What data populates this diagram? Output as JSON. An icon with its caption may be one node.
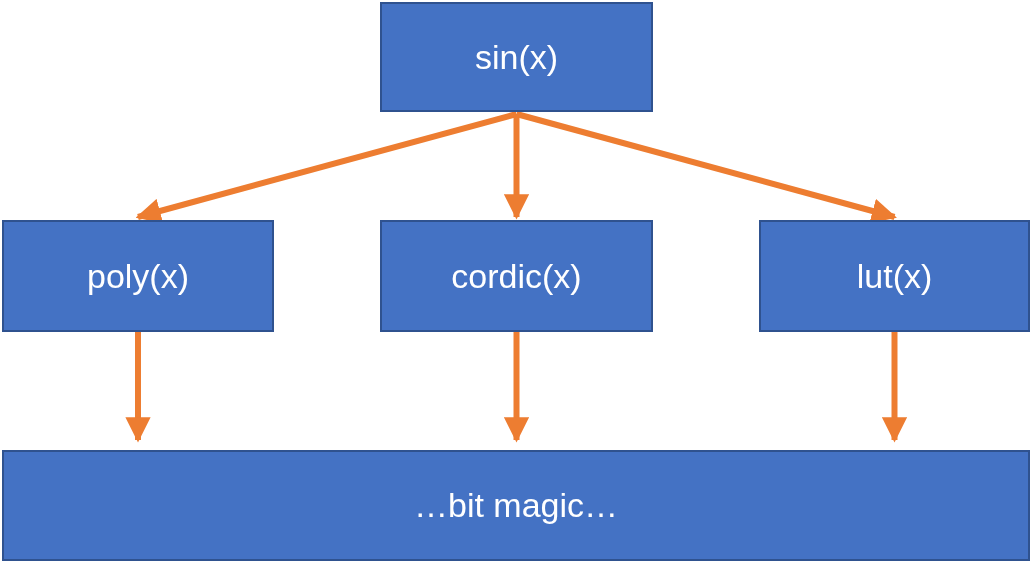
{
  "diagram": {
    "nodes": [
      {
        "text": [
          "sin(x)"
        ]
      },
      {
        "text": [
          "poly(x)"
        ]
      },
      {
        "text": [
          "cordic(x)"
        ]
      },
      {
        "text": [
          "lut(x)"
        ]
      },
      {
        "text": [
          "…bit magic…"
        ]
      }
    ],
    "edges": [
      {
        "from": 0,
        "to": 1,
        "arrow": "to"
      },
      {
        "from": 0,
        "to": 2,
        "arrow": "to"
      },
      {
        "from": 0,
        "to": 3,
        "arrow": "to"
      },
      {
        "from": 1,
        "to": 4,
        "arrow": "to"
      },
      {
        "from": 2,
        "to": 4,
        "arrow": "to"
      },
      {
        "from": 3,
        "to": 4,
        "arrow": "to"
      }
    ]
  }
}
